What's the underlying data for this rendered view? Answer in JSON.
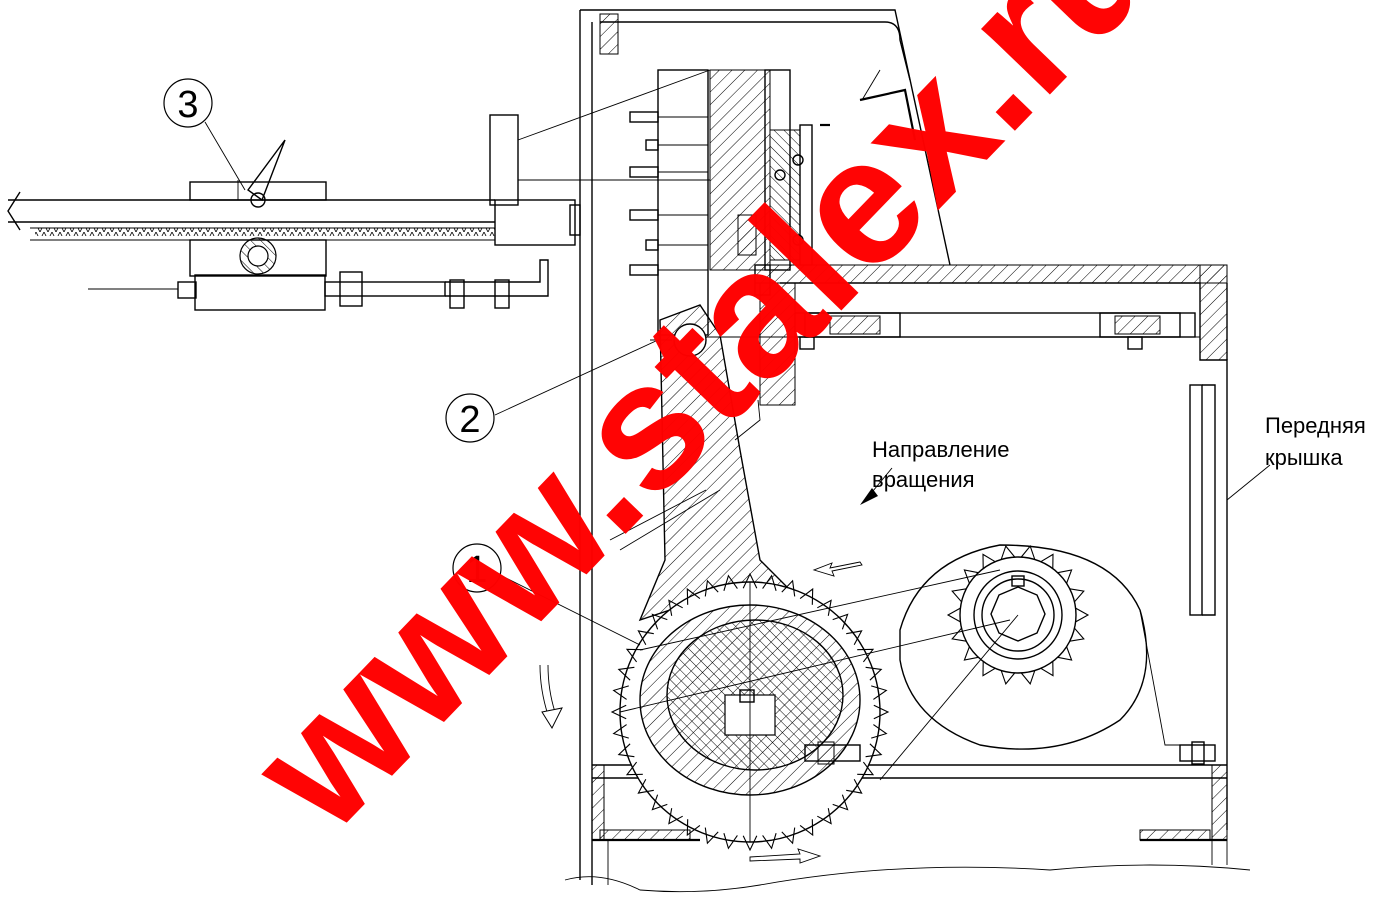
{
  "callouts": [
    {
      "id": "1",
      "text": "1"
    },
    {
      "id": "2",
      "text": "2"
    },
    {
      "id": "3",
      "text": "3"
    }
  ],
  "labels": {
    "rotation_direction": [
      "Направление",
      "вращения"
    ],
    "front_cover": [
      "Передняя",
      "крышка"
    ]
  },
  "watermark": {
    "text": "www.stalex.ru",
    "color": "#ff0000"
  }
}
